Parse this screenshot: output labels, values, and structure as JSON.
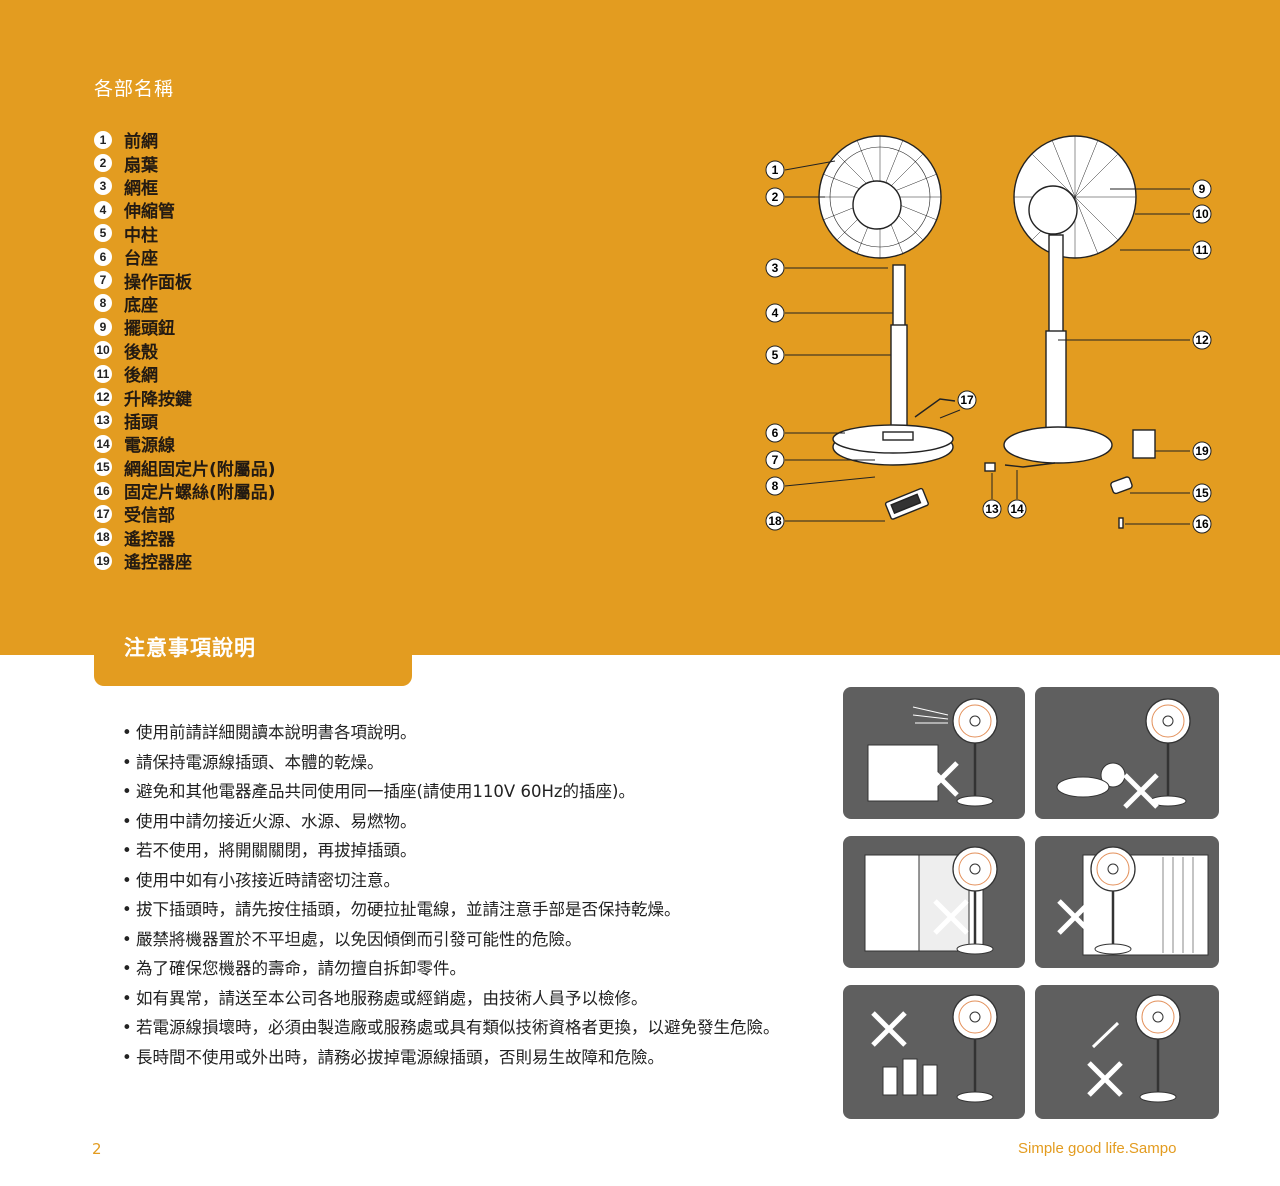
{
  "page": {
    "parts_title": "各部名稱",
    "notes_title": "注意事項說明",
    "page_number": "2",
    "footer_text": "Simple good life.Sampo"
  },
  "parts": [
    {
      "num": "1",
      "name": "前網"
    },
    {
      "num": "2",
      "name": "扇葉"
    },
    {
      "num": "3",
      "name": "網框"
    },
    {
      "num": "4",
      "name": "伸縮管"
    },
    {
      "num": "5",
      "name": "中柱"
    },
    {
      "num": "6",
      "name": "台座"
    },
    {
      "num": "7",
      "name": "操作面板"
    },
    {
      "num": "8",
      "name": "底座"
    },
    {
      "num": "9",
      "name": "擺頭鈕"
    },
    {
      "num": "10",
      "name": "後殼"
    },
    {
      "num": "11",
      "name": "後網"
    },
    {
      "num": "12",
      "name": "升降按鍵"
    },
    {
      "num": "13",
      "name": "插頭"
    },
    {
      "num": "14",
      "name": "電源線"
    },
    {
      "num": "15",
      "name": "網組固定片(附屬品)"
    },
    {
      "num": "16",
      "name": "固定片螺絲(附屬品)"
    },
    {
      "num": "17",
      "name": "受信部"
    },
    {
      "num": "18",
      "name": "遙控器"
    },
    {
      "num": "19",
      "name": "遙控器座"
    }
  ],
  "notes": [
    "使用前請詳細閱讀本說明書各項說明。",
    "請保持電源線插頭、本體的乾燥。",
    "避免和其他電器產品共同使用同一插座(請使用110V 60Hz的插座)。",
    "使用中請勿接近火源、水源、易燃物。",
    "若不使用，將開關關閉，再拔掉插頭。",
    "使用中如有小孩接近時請密切注意。",
    "拔下插頭時，請先按住插頭，勿硬拉扯電線，並請注意手部是否保持乾燥。",
    "嚴禁將機器置於不平坦處，以免因傾倒而引發可能性的危險。",
    "為了確保您機器的壽命，請勿擅自拆卸零件。",
    "如有異常，請送至本公司各地服務處或經銷處，由技術人員予以檢修。",
    "若電源線損壞時，必須由製造廠或服務處或具有類似技術資格者更換，以避免發生危險。",
    "長時間不使用或外出時，請務必拔掉電源線插頭，否則易生故障和危險。"
  ],
  "diagram_callouts": {
    "front": [
      "1",
      "2",
      "3",
      "4",
      "5",
      "6",
      "7",
      "8",
      "17",
      "18"
    ],
    "back": [
      "9",
      "10",
      "11",
      "12",
      "13",
      "14",
      "15",
      "16",
      "19"
    ]
  },
  "colors": {
    "accent": "#e39c20",
    "panel_gray": "#5f5f5f",
    "text": "#222222"
  }
}
